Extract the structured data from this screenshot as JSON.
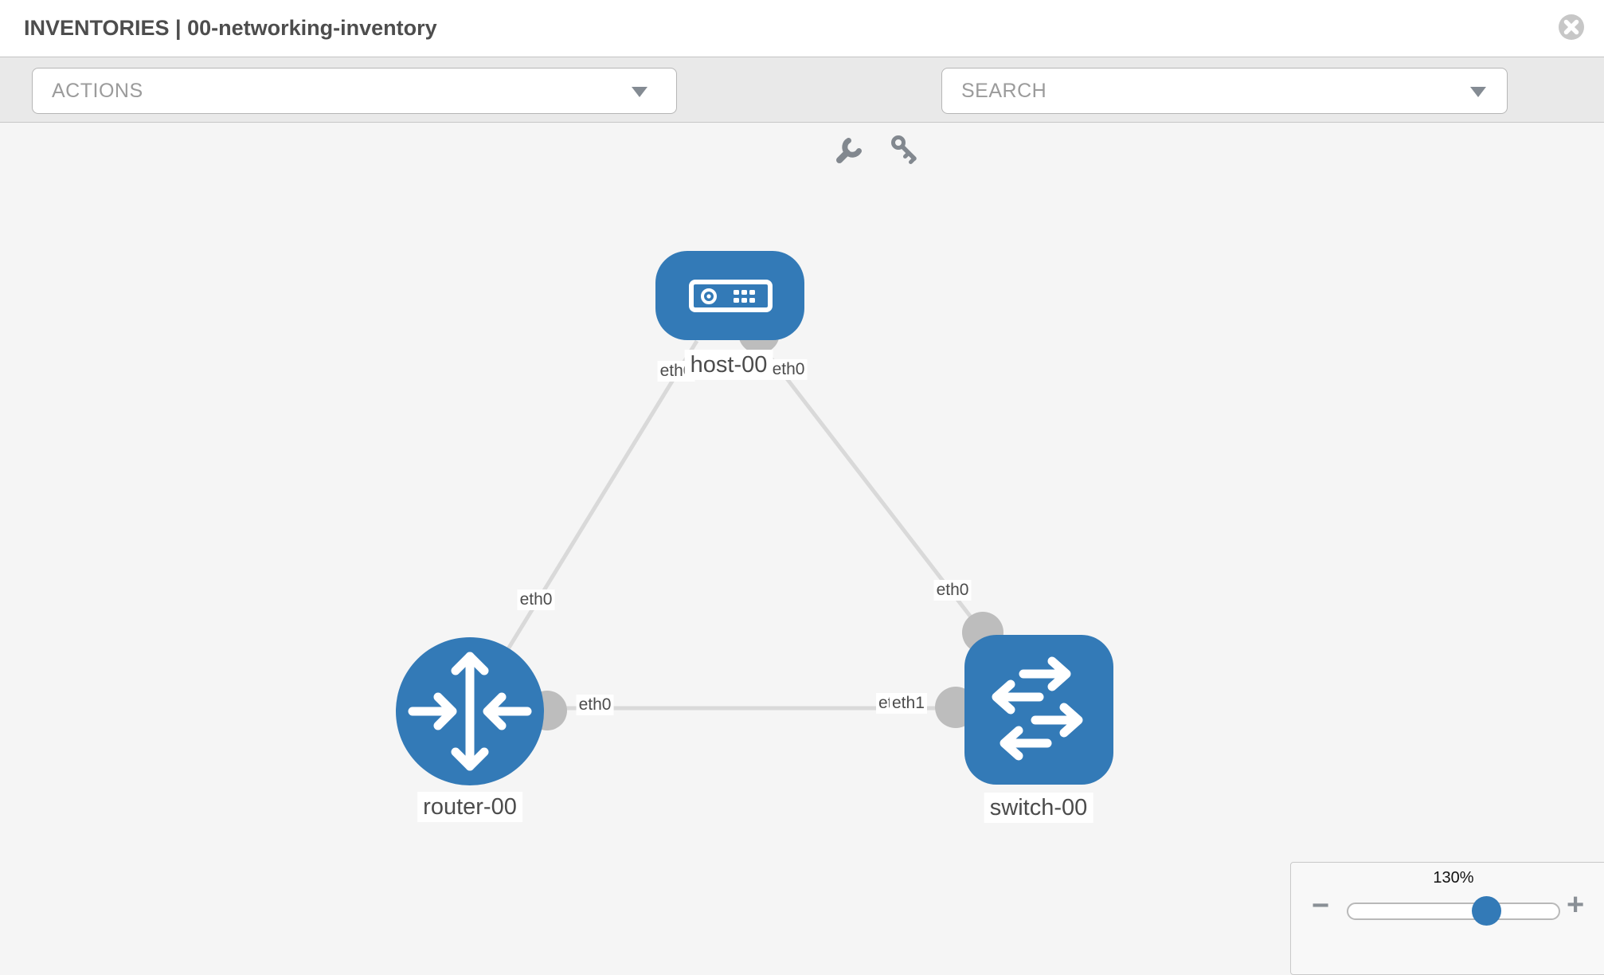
{
  "header": {
    "title": "INVENTORIES | 00-networking-inventory"
  },
  "toolbar": {
    "actions_label": "ACTIONS",
    "search_placeholder": "SEARCH",
    "icons": [
      "wrench-icon",
      "key-icon"
    ]
  },
  "canvas": {
    "nodes": [
      {
        "label": "host-00",
        "type": "host"
      },
      {
        "label": "router-00",
        "type": "router"
      },
      {
        "label": "switch-00",
        "type": "switch"
      }
    ],
    "links": [
      {
        "from": "host-00",
        "from_interface": "eth0",
        "to": "router-00",
        "to_interface": "eth0"
      },
      {
        "from": "host-00",
        "from_interface": "eth0",
        "to": "switch-00",
        "to_interface": "eth0"
      },
      {
        "from": "router-00",
        "from_interface": "eth0",
        "to": "switch-00",
        "to_interface": "eth1"
      }
    ],
    "interface_labels": {
      "host_to_router": "eth0",
      "host_to_switch": "eth0",
      "router_to_host": "eth0",
      "switch_to_host": "eth0",
      "router_to_switch": "eth0",
      "switch_to_router_hidden": "eth0",
      "switch_to_router": "eth1"
    }
  },
  "zoom": {
    "level_label": "130%",
    "percent": 130,
    "zoom_out_symbol": "−",
    "zoom_in_symbol": "+"
  },
  "colors": {
    "node_blue": "#337ab7",
    "port_gray": "#bdbdbd",
    "link_gray": "#d9d9d9",
    "toolbar_bg": "#e9e9e9",
    "canvas_bg": "#f5f5f5"
  }
}
